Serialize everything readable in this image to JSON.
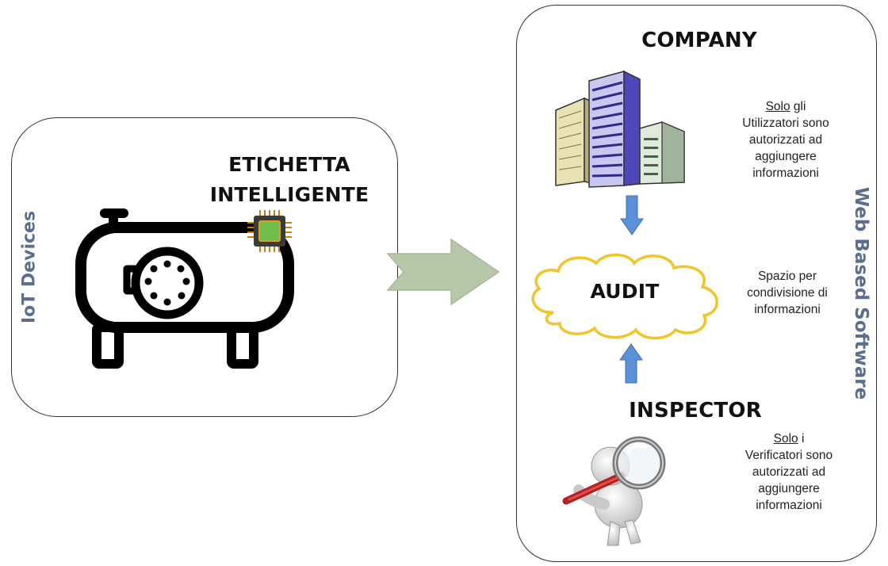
{
  "left_panel": {
    "vertical_label": "IoT Devices",
    "tag_title_line1": "ETICHETTA",
    "tag_title_line2": "INTELLIGENTE"
  },
  "right_panel": {
    "vertical_label": "Web Based Software",
    "company": {
      "title": "COMPANY",
      "note_underlined": "Solo",
      "note_line1_rest": " gli",
      "note_lines": [
        "Utilizzatori sono",
        "autorizzati ad",
        "aggiungere",
        "informazioni"
      ]
    },
    "audit": {
      "title": "AUDIT",
      "note_lines": [
        "Spazio per",
        "condivisione di",
        "informazioni"
      ]
    },
    "inspector": {
      "title": "INSPECTOR",
      "note_underlined": "Solo",
      "note_line1_rest": " i",
      "note_lines": [
        "Verificatori sono",
        "autorizzati ad",
        "aggiungere",
        "informazioni"
      ]
    }
  },
  "colors": {
    "label_blue": "#5a6e8e",
    "arrow_green": "#b7c8a8",
    "arrow_blue": "#5b8fd6",
    "cloud_outline": "#f3c427",
    "chip_green": "#6fbf4a",
    "chip_orange": "#e09a2a"
  }
}
